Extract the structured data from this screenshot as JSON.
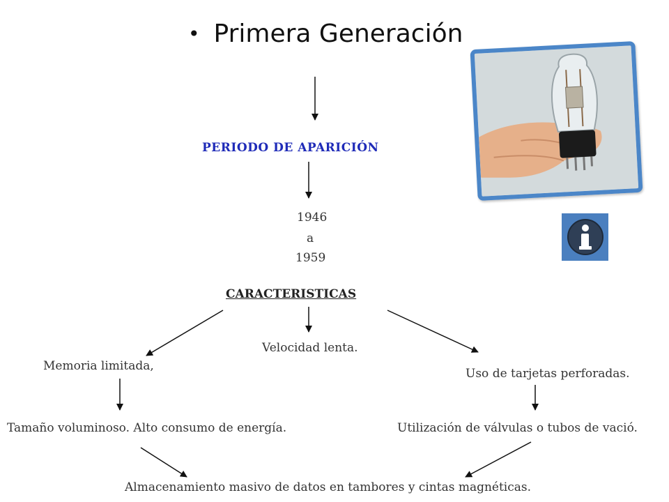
{
  "title": {
    "bullet": "•",
    "text": "Primera Generación"
  },
  "periodo": "PERIODO DE APARICIÓN",
  "years": {
    "start": "1946",
    "sep": "a",
    "end": "1959"
  },
  "caracteristicas": "CARACTERISTICAS",
  "nodes": {
    "memoria": "Memoria limitada,",
    "velocidad": "Velocidad lenta.",
    "tarjetas": "Uso de tarjetas perforadas.",
    "tamano": "Tamaño voluminoso. Alto consumo de energía.",
    "valvulas": "Utilización de válvulas o tubos de vació.",
    "almacenamiento": "Almacenamiento masivo de datos en tambores y cintas magnéticas."
  },
  "icons": {
    "photo": "vacuum-tube-photo",
    "info": "info-icon"
  },
  "colors": {
    "heading_blue": "#1f2bb8",
    "frame_blue": "#4b86c8",
    "info_bg": "#4a7fbf"
  }
}
